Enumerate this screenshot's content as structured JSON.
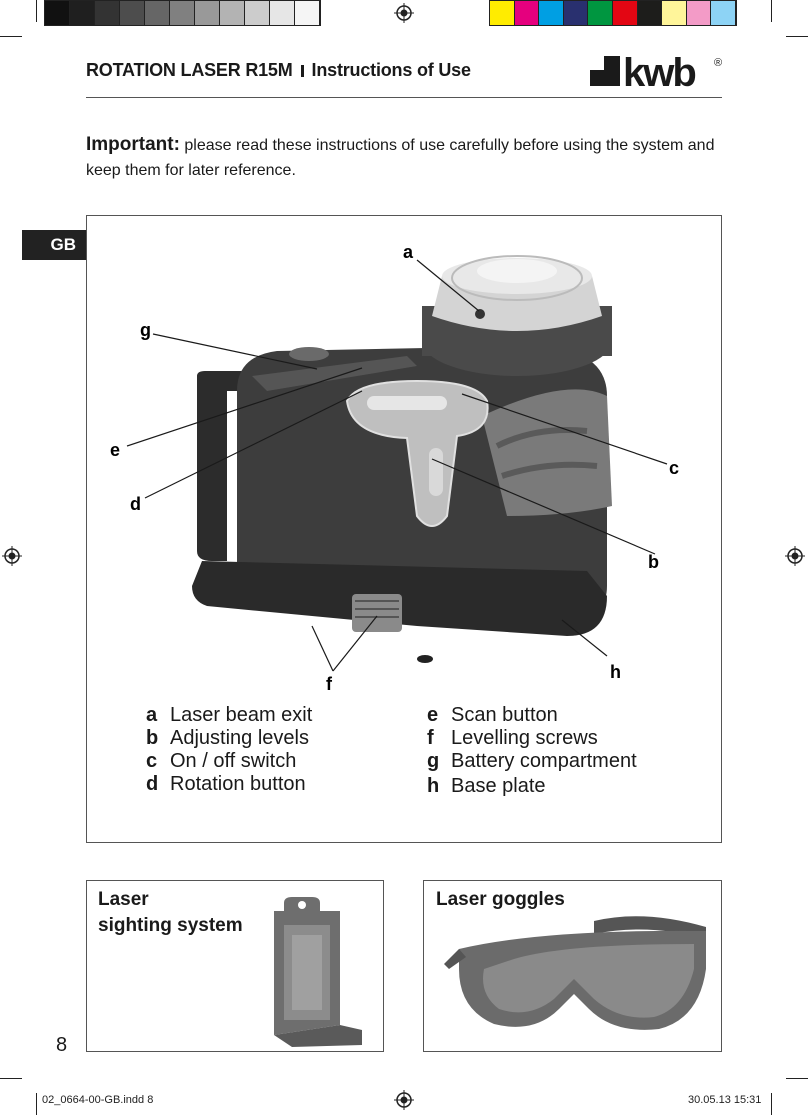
{
  "colors": {
    "gray_scale": [
      "#111111",
      "#1f1f1f",
      "#333333",
      "#4d4d4d",
      "#666666",
      "#808080",
      "#999999",
      "#b3b3b3",
      "#cccccc",
      "#e6e6e6",
      "#f5f5f5"
    ],
    "process": [
      "#ffec00",
      "#e5007e",
      "#009fe3",
      "#29306f",
      "#009640",
      "#e30613",
      "#1d1d1b",
      "#fff59a",
      "#f39bc7",
      "#8dd3f5"
    ]
  },
  "header": {
    "product": "ROTATION LASER R15M",
    "section": "Instructions of Use",
    "logo": "kwb",
    "logo_mark": "®"
  },
  "intro": {
    "lead": "Important:",
    "text": " please read these instructions of use carefully before using the system and keep them for later reference."
  },
  "language_tab": "GB",
  "diagram": {
    "labels": [
      "a",
      "b",
      "c",
      "d",
      "e",
      "f",
      "g",
      "h"
    ]
  },
  "legend": {
    "left": [
      {
        "key": "a",
        "text": "Laser beam exit"
      },
      {
        "key": "b",
        "text": "Adjusting levels"
      },
      {
        "key": "c",
        "text": "On / off switch"
      },
      {
        "key": "d",
        "text": "Rotation button"
      }
    ],
    "right": [
      {
        "key": "e",
        "text": "Scan button"
      },
      {
        "key": "f",
        "text": "Levelling screws"
      },
      {
        "key": "g",
        "text": "Battery compartment"
      },
      {
        "key": "h",
        "text": "Base plate"
      }
    ]
  },
  "accessories": {
    "sighting_line1": "Laser",
    "sighting_line2": "sighting system",
    "goggles": "Laser goggles"
  },
  "page_number": "8",
  "footer": {
    "file": "02_0664-00-GB.indd   8",
    "date": "30.05.13   15:31"
  }
}
